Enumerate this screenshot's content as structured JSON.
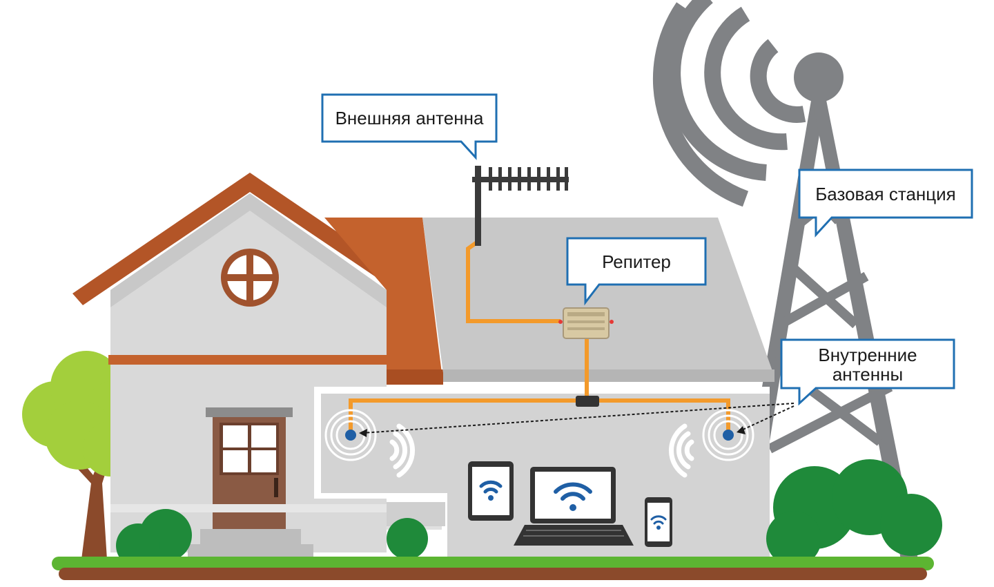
{
  "callouts": {
    "external_antenna": "Внешняя антенна",
    "repeater": "Репитер",
    "base_station": "Базовая станция",
    "internal_antennas_line1": "Внутренние",
    "internal_antennas_line2": "антенны"
  },
  "colors": {
    "roof": "#c4622d",
    "roof_dark": "#a94e22",
    "wall_light": "#d9d9d9",
    "wall": "#c8c8c8",
    "cable": "#f39a2b",
    "tower": "#808285",
    "grass": "#5cb532",
    "soil": "#8b4a2b",
    "tree": "#a3cf3c",
    "bush": "#1f8a3a",
    "door": "#8a5a44",
    "callout_border": "#1f6fb2",
    "signal_blue": "#1f5fa5"
  }
}
